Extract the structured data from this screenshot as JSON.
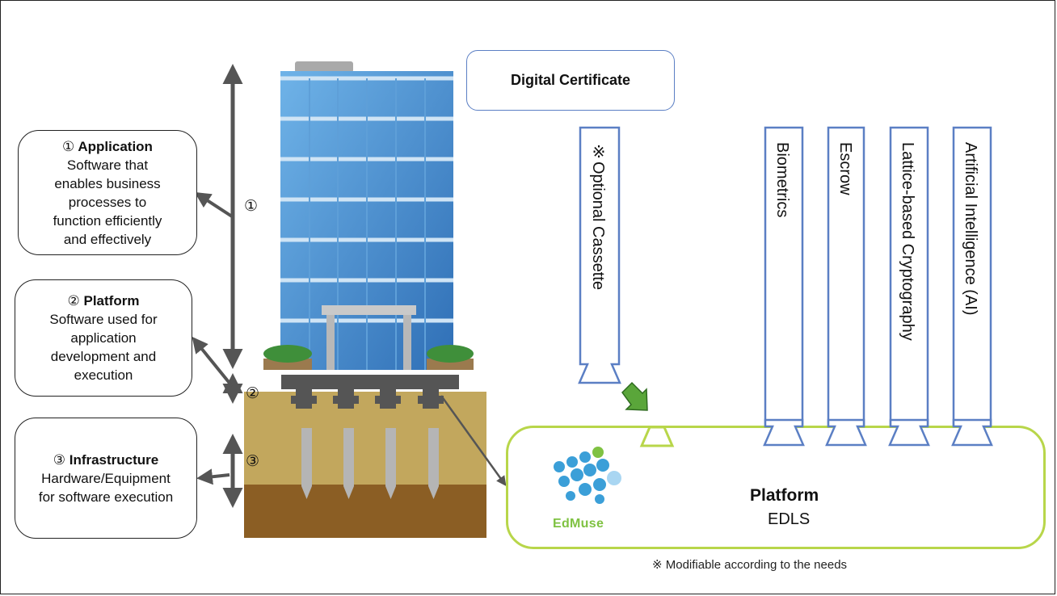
{
  "layers": [
    {
      "number": "①",
      "title": "Application",
      "desc": "Software that enables business processes to function efficiently and effectively",
      "desc_lines": [
        "Software that",
        "enables business",
        "processes to",
        "function efficiently",
        "and effectively"
      ]
    },
    {
      "number": "②",
      "title": "Platform",
      "desc_lines": [
        "Software used for",
        "application",
        "development and",
        "execution"
      ]
    },
    {
      "number": "③",
      "title": "Infrastructure",
      "desc_lines": [
        "Hardware/Equipment",
        "for software execution"
      ]
    }
  ],
  "digital_certificate": "Digital Certificate",
  "optional_cassette": "※Optional Cassette",
  "modules": [
    "Biometrics",
    "Escrow",
    "Lattice-based Cryptography",
    "Artificial Intelligence (AI)"
  ],
  "platform": {
    "title": "Platform",
    "name": "EDLS"
  },
  "logo": {
    "text": "EdMuse"
  },
  "footnote": "※ Modifiable according to the needs",
  "colors": {
    "outline_blue": "#5b7fc4",
    "platform_green": "#b8d64a",
    "arrow_green": "#5aa63a",
    "arrow_gray": "#555555",
    "logo_blue": "#3b9fd8",
    "logo_green": "#7fc242"
  }
}
